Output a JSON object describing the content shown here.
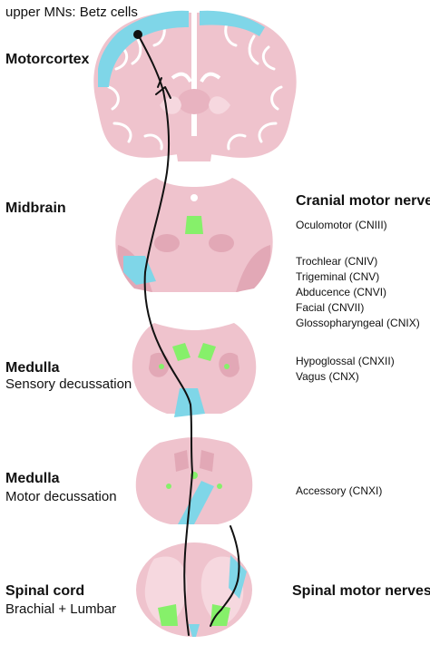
{
  "title": "upper MNs: Betz cells",
  "regions": {
    "motorcortex": "Motorcortex",
    "midbrain": "Midbrain",
    "medulla_sensory": {
      "title": "Medulla",
      "subtitle": "Sensory decussation"
    },
    "medulla_motor": {
      "title": "Medulla",
      "subtitle": "Motor decussation"
    },
    "spinal_cord": {
      "title": "Spinal cord",
      "subtitle": "Brachial + Lumbar"
    }
  },
  "cranial": {
    "heading": "Cranial motor nerves",
    "oculomotor": "Oculomotor (CNIII)",
    "group1": [
      "Trochlear (CNIV)",
      "Trigeminal (CNV)",
      "Abducence (CNVI)",
      "Facial (CNVII)",
      "Glossopharyngeal (CNIX)"
    ],
    "group2": [
      "Hypoglossal (CNXII)",
      "Vagus (CNX)"
    ],
    "accessory": "Accessory (CNXI)"
  },
  "spinal_heading": "Spinal motor nerves",
  "colors": {
    "tissue": "#efc3cd",
    "tissue_dark": "#e2a8b6",
    "tract": "#7fd6e8",
    "nucleus": "#86f06a",
    "axon": "#111111"
  }
}
